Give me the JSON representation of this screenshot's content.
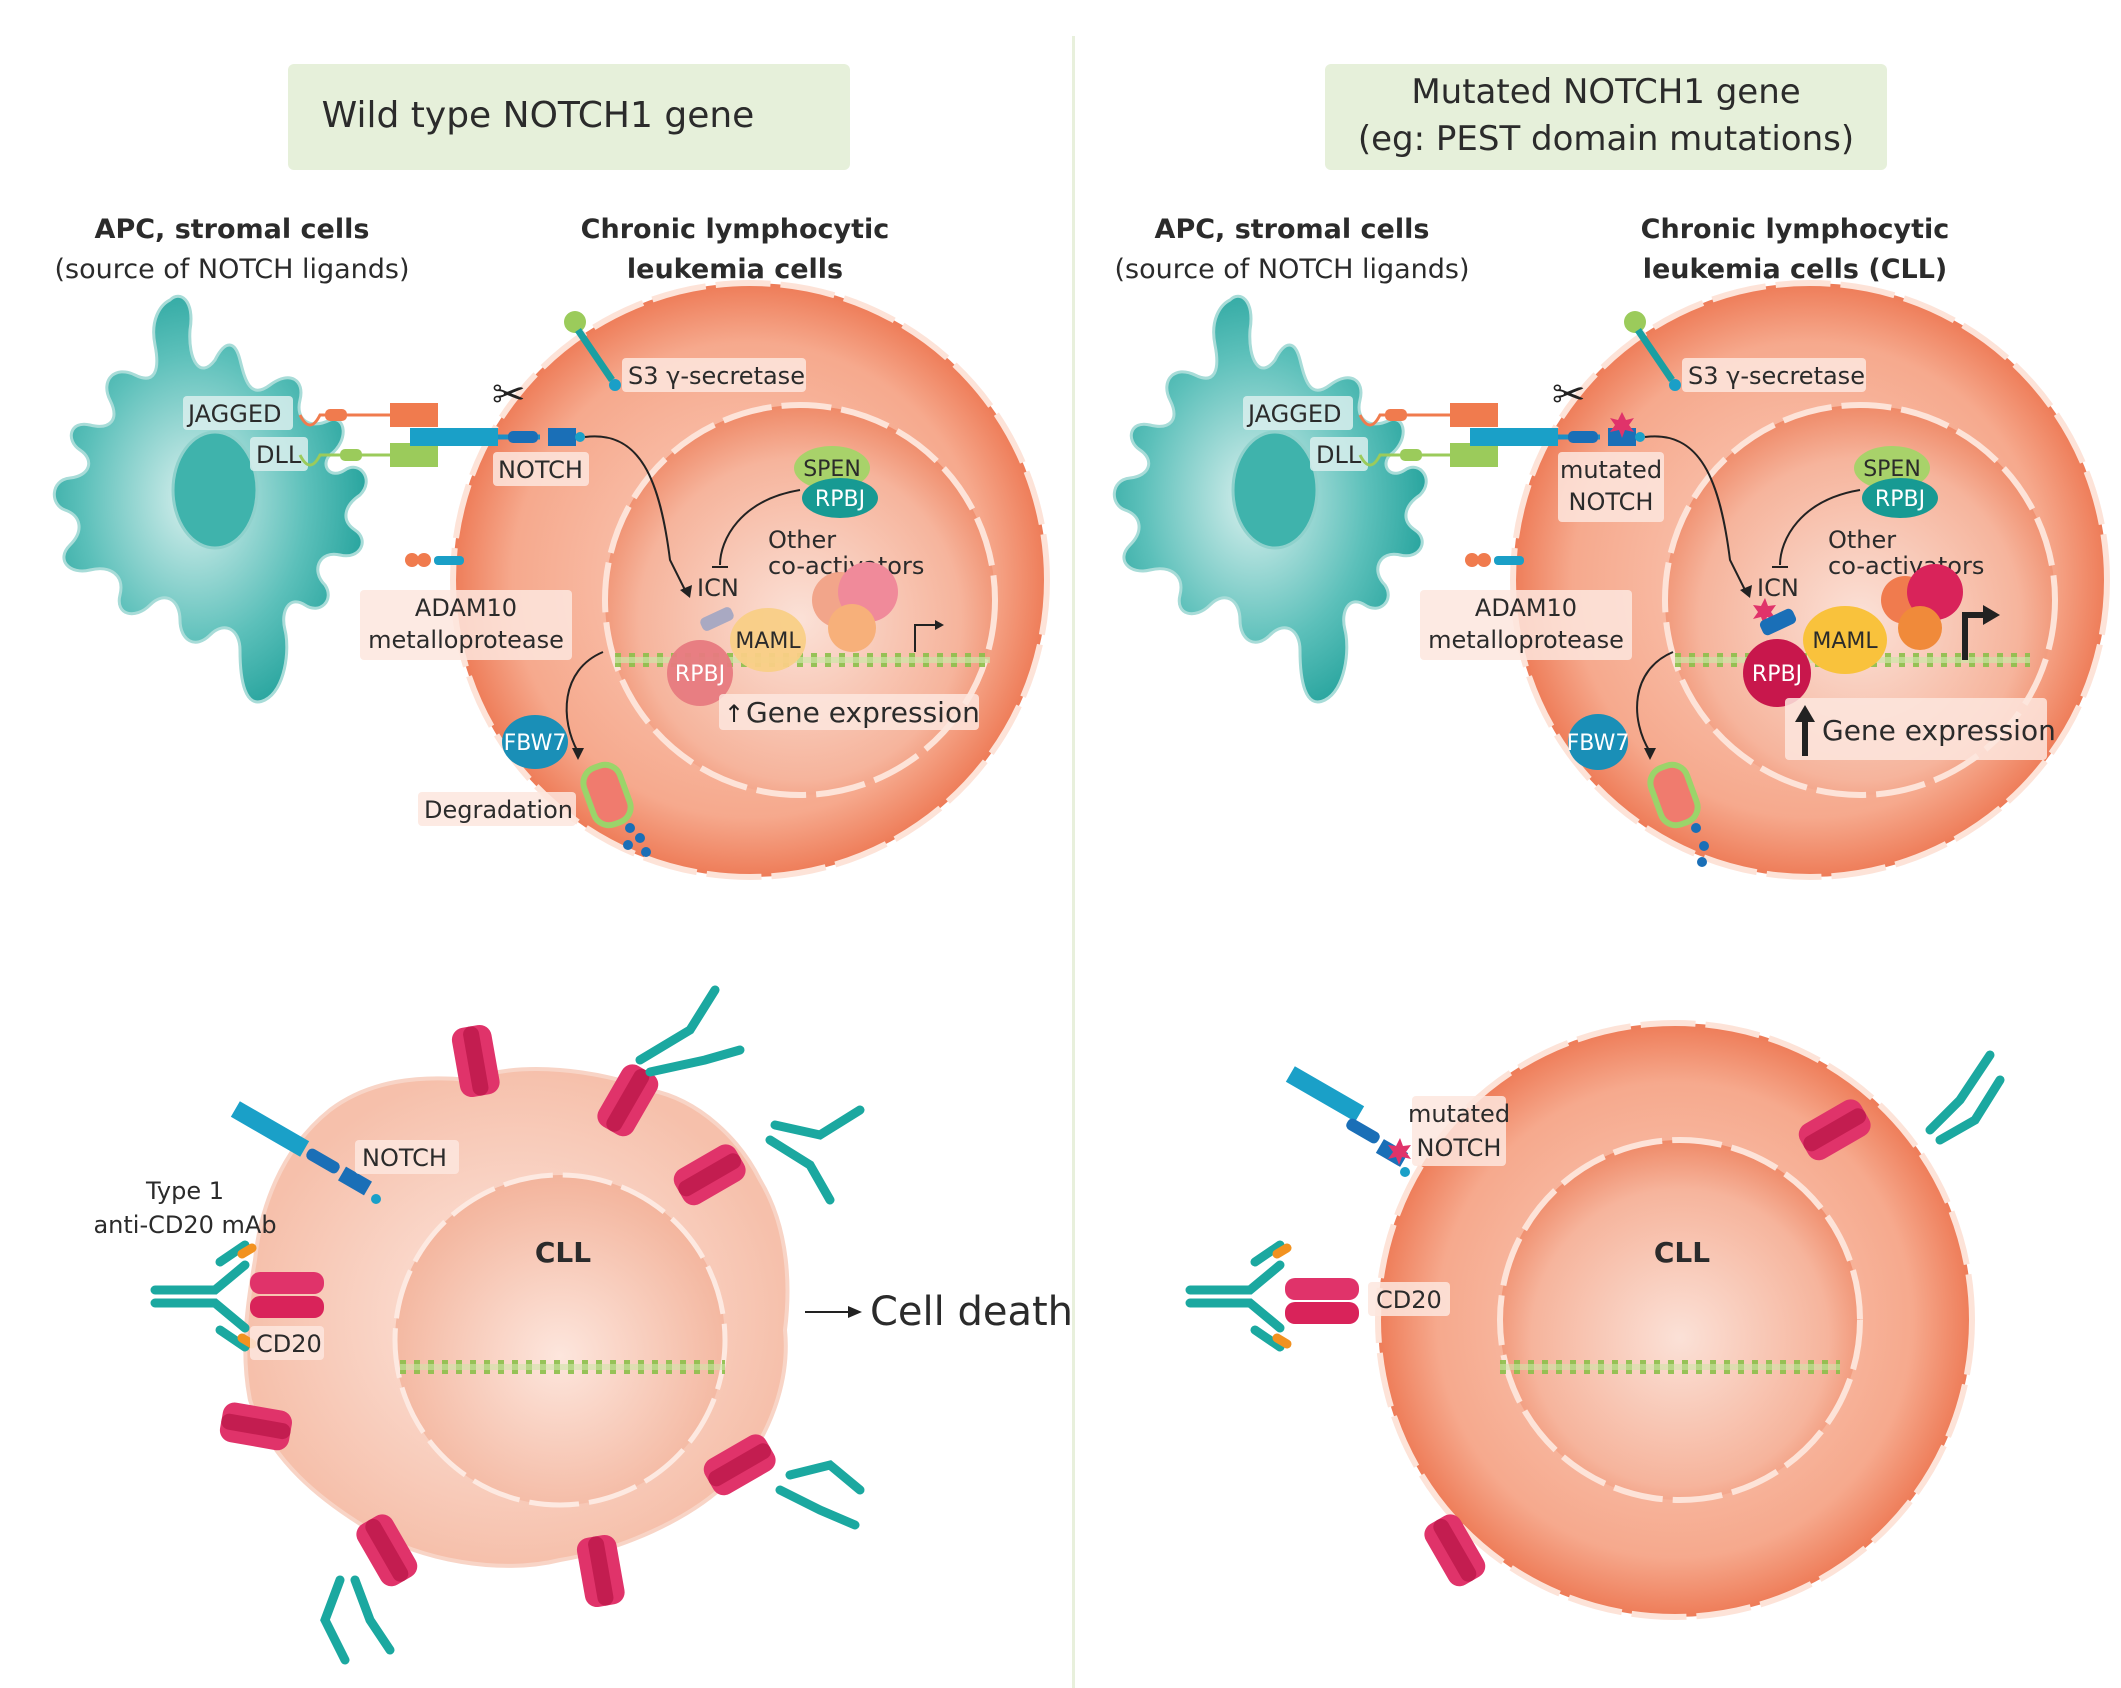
{
  "panels": {
    "left": {
      "title": "Wild type NOTCH1 gene",
      "apc_title": "APC, stromal cells",
      "apc_subtitle": "(source of NOTCH ligands)",
      "cll_title_line1": "Chronic lymphocytic",
      "cll_title_line2": "leukemia cells",
      "labels": {
        "s3": "S3 γ-secretase",
        "jagged": "JAGGED",
        "dll": "DLL",
        "notch": "NOTCH",
        "spen": "SPEN",
        "rpbj_top": "RPBJ",
        "other_line1": "Other",
        "other_line2": "co-activators",
        "icn": "ICN",
        "adam_line1": "ADAM10",
        "adam_line2": "metalloprotease",
        "maml": "MAML",
        "rpbj": "RPBJ",
        "gene_expression": "Gene expression",
        "fbw7": "FBW7",
        "degradation": "Degradation"
      },
      "bottom": {
        "notch": "NOTCH",
        "mab_line1": "Type 1",
        "mab_line2": "anti-CD20 mAb",
        "cll": "CLL",
        "cd20": "CD20",
        "outcome": "Cell death"
      }
    },
    "right": {
      "title_line1": "Mutated NOTCH1 gene",
      "title_line2": "(eg: PEST domain mutations)",
      "apc_title": "APC, stromal cells",
      "apc_subtitle": "(source of NOTCH ligands)",
      "cll_title_line1": "Chronic lymphocytic",
      "cll_title_line2": "leukemia cells (CLL)",
      "labels": {
        "s3": "S3 γ-secretase",
        "jagged": "JAGGED",
        "dll": "DLL",
        "notch_line1": "mutated",
        "notch_line2": "NOTCH",
        "spen": "SPEN",
        "rpbj_top": "RPBJ",
        "other_line1": "Other",
        "other_line2": "co-activators",
        "icn": "ICN",
        "adam_line1": "ADAM10",
        "adam_line2": "metalloprotease",
        "maml": "MAML",
        "rpbj": "RPBJ",
        "gene_expression": "Gene expression",
        "fbw7": "FBW7"
      },
      "bottom": {
        "notch_line1": "mutated",
        "notch_line2": "NOTCH",
        "cll": "CLL",
        "cd20": "CD20"
      }
    }
  },
  "colors": {
    "title_box": "#e6f0da",
    "cell_outer": "#f08a6c",
    "cell_inner": "#f6b9a3",
    "apc_teal": "#2aa7a1",
    "notch_blue": "#1c9fc7",
    "cd20_red": "#d9235a",
    "dna_green": "#8cc04b",
    "maml_yellow": "#f9c23c",
    "fbw7_blue": "#1a8fb7"
  },
  "icons": {
    "scissors": "scissors-icon",
    "arrow": "arrow-right-icon",
    "up_arrow": "up-arrow-icon",
    "mutation_star": "mutation-star-icon"
  }
}
